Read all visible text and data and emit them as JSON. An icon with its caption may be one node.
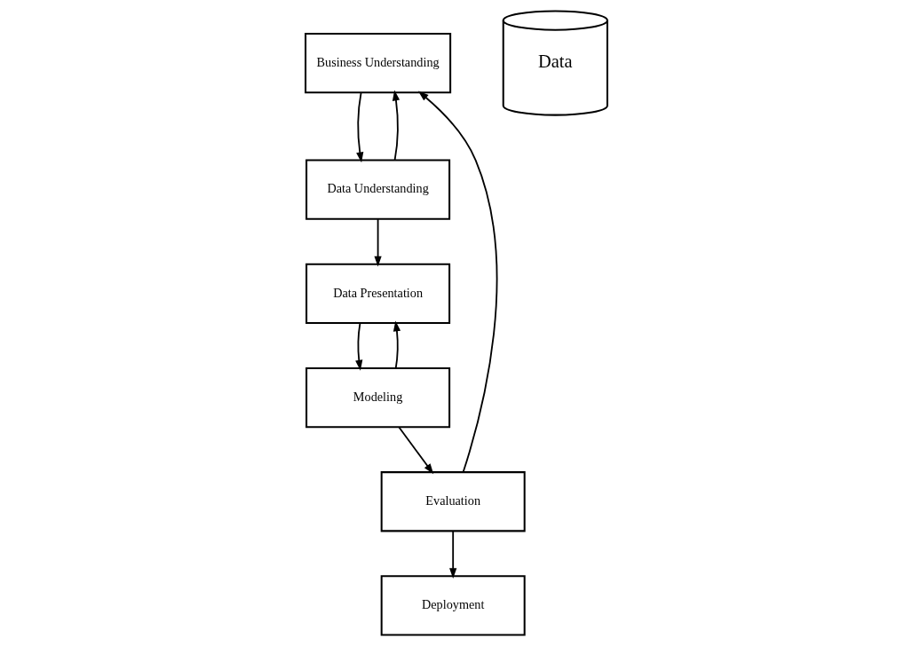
{
  "diagram": {
    "nodes": [
      {
        "text": [
          "Business Understanding"
        ]
      },
      {
        "text": [
          "Data Understanding"
        ]
      },
      {
        "text": [
          "Data Presentation"
        ]
      },
      {
        "text": [
          "Data"
        ]
      },
      {
        "text": [
          "Deployment"
        ]
      },
      {
        "text": [
          "Modeling"
        ]
      },
      {
        "text": [
          "Evaluation"
        ]
      }
    ],
    "edges": [
      {
        "from": 0,
        "to": 1,
        "arrow": "to"
      },
      {
        "from": 1,
        "to": 0,
        "arrow": "to"
      },
      {
        "from": 1,
        "to": 2,
        "arrow": "to"
      },
      {
        "from": 2,
        "to": 5,
        "arrow": "to"
      },
      {
        "from": 5,
        "to": 2,
        "arrow": "to"
      },
      {
        "from": 5,
        "to": 6,
        "arrow": "to"
      },
      {
        "from": 6,
        "to": 0,
        "arrow": "to"
      },
      {
        "from": 6,
        "to": 4,
        "arrow": "to"
      }
    ]
  }
}
